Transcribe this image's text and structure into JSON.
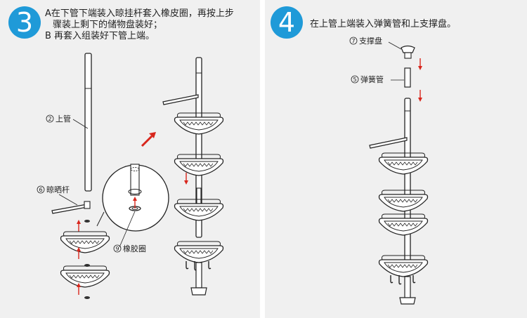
{
  "steps": [
    {
      "number": "3",
      "lines": [
        "A在下管下端装入晾挂杆套入橡皮圈，再按上步",
        "骤装上剩下的储物盘装好；",
        "B 再套入组装好下管上端。"
      ],
      "labels": {
        "upper_tube": {
          "num": "2",
          "text": "上管"
        },
        "drying_rod": {
          "num": "6",
          "text": "晾晒杆"
        },
        "rubber_ring": {
          "num": "9",
          "text": "橡胶圈"
        }
      }
    },
    {
      "number": "4",
      "lines": [
        "在上管上端装入弹簧管和上支撑盘。"
      ],
      "labels": {
        "support_plate": {
          "num": "7",
          "text": "支撑盘"
        },
        "spring_tube": {
          "num": "5",
          "text": "弹簧管"
        }
      }
    }
  ],
  "colors": {
    "badge": "#1f9ad8",
    "arrow": "#d8261c",
    "line": "#222222",
    "panel": "#f0f0f0"
  }
}
